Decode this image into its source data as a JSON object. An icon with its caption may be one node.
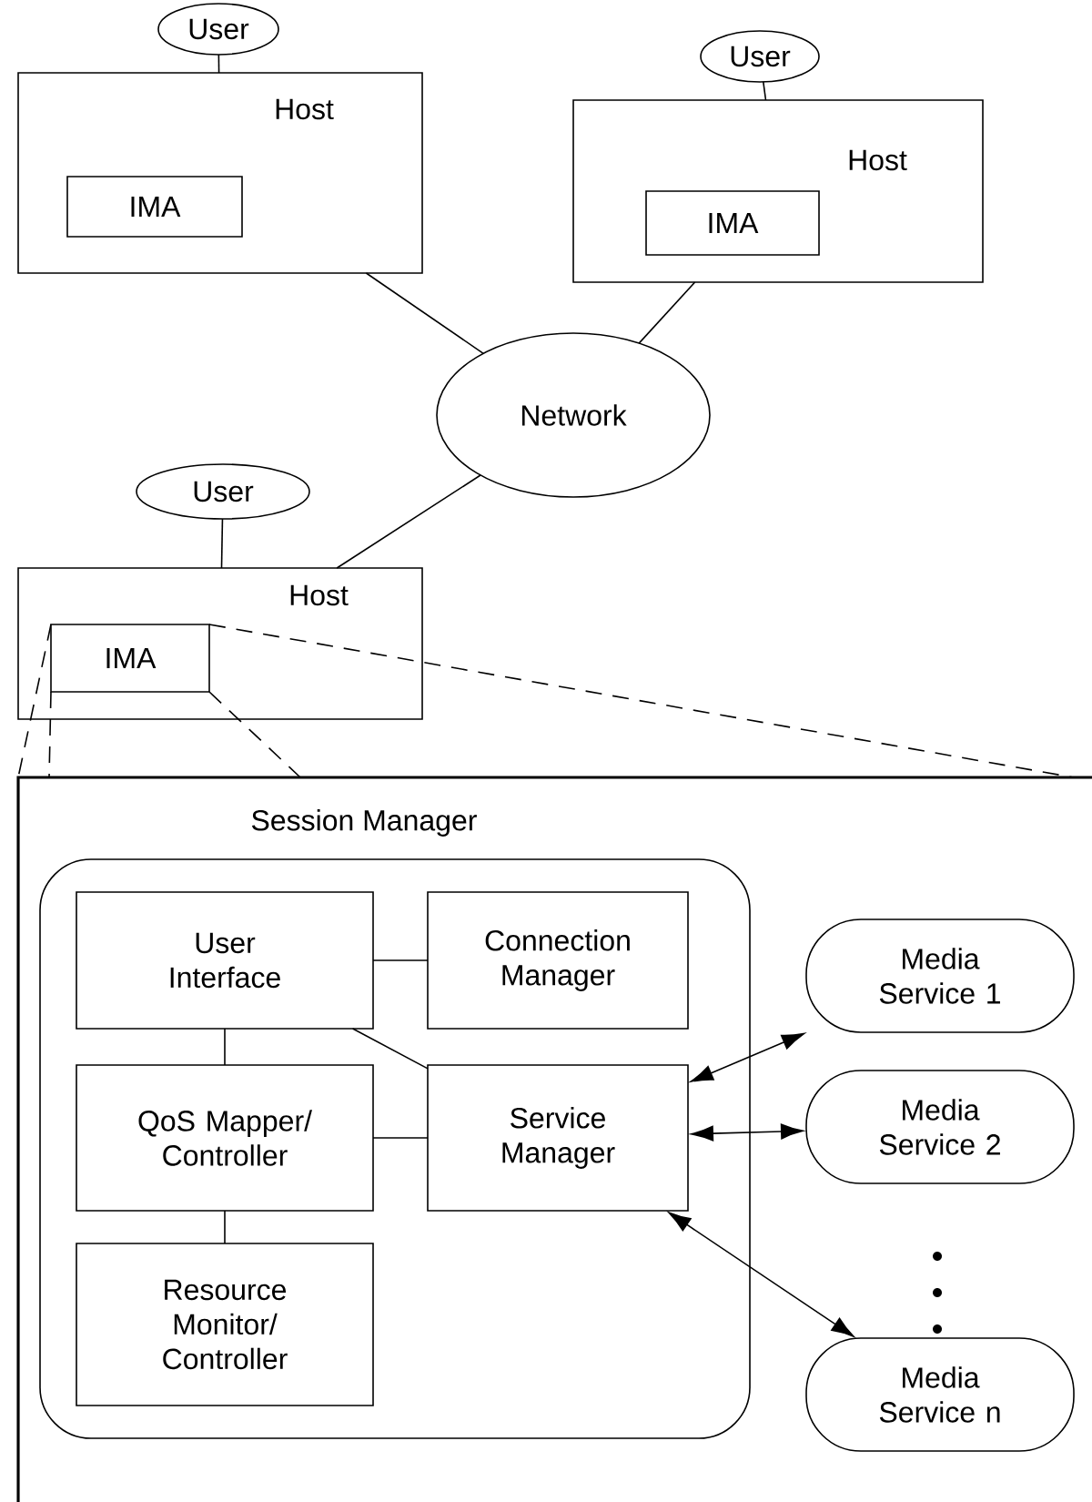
{
  "diagram": {
    "nodes": [
      {
        "text": [
          "User"
        ]
      },
      {
        "text": [
          "Host"
        ]
      },
      {
        "text": [
          "IMA"
        ],
        "in": 1
      },
      {
        "text": [
          "User"
        ]
      },
      {
        "text": [
          "Host"
        ]
      },
      {
        "text": [
          "IMA"
        ],
        "in": 4
      },
      {
        "text": [
          "Network"
        ]
      },
      {
        "text": [
          "User"
        ]
      },
      {
        "text": [
          "Host"
        ]
      },
      {
        "text": [
          "IMA"
        ],
        "in": 8
      },
      {
        "text": [
          "Session Manager"
        ]
      },
      {
        "text": [],
        "shape": "box",
        "in": 10
      },
      {
        "text": [
          "User Interface"
        ],
        "in": 11
      },
      {
        "text": [
          "Connection Manager"
        ],
        "in": 11
      },
      {
        "text": [
          "QoS Mapper/ Controller"
        ],
        "in": 11
      },
      {
        "text": [
          "Service Manager"
        ],
        "in": 11
      },
      {
        "text": [
          "Resource Monitor/ Controller"
        ],
        "in": 11
      },
      {
        "text": [
          "Media Service 1"
        ],
        "in": 10
      },
      {
        "text": [
          "Media Service 2"
        ],
        "in": 10
      },
      {
        "text": [
          "Media Service n"
        ],
        "in": 10
      }
    ],
    "edges": [
      {
        "from": 0,
        "to": 1,
        "arrow": "none"
      },
      {
        "from": 3,
        "to": 4,
        "arrow": "none"
      },
      {
        "from": 7,
        "to": 8,
        "arrow": "none"
      },
      {
        "from": 1,
        "to": 6,
        "arrow": "none"
      },
      {
        "from": 4,
        "to": 6,
        "arrow": "none"
      },
      {
        "from": 8,
        "to": 6,
        "arrow": "none"
      },
      {
        "from": 12,
        "to": 13,
        "arrow": "none"
      },
      {
        "from": 12,
        "to": 14,
        "arrow": "none"
      },
      {
        "from": 12,
        "to": 15,
        "arrow": "none"
      },
      {
        "from": 14,
        "to": 15,
        "arrow": "none"
      },
      {
        "from": 14,
        "to": 16,
        "arrow": "none"
      },
      {
        "from": 15,
        "to": 17,
        "arrow": "both"
      },
      {
        "from": 15,
        "to": 18,
        "arrow": "both"
      },
      {
        "from": 15,
        "to": 19,
        "arrow": "both"
      }
    ]
  }
}
